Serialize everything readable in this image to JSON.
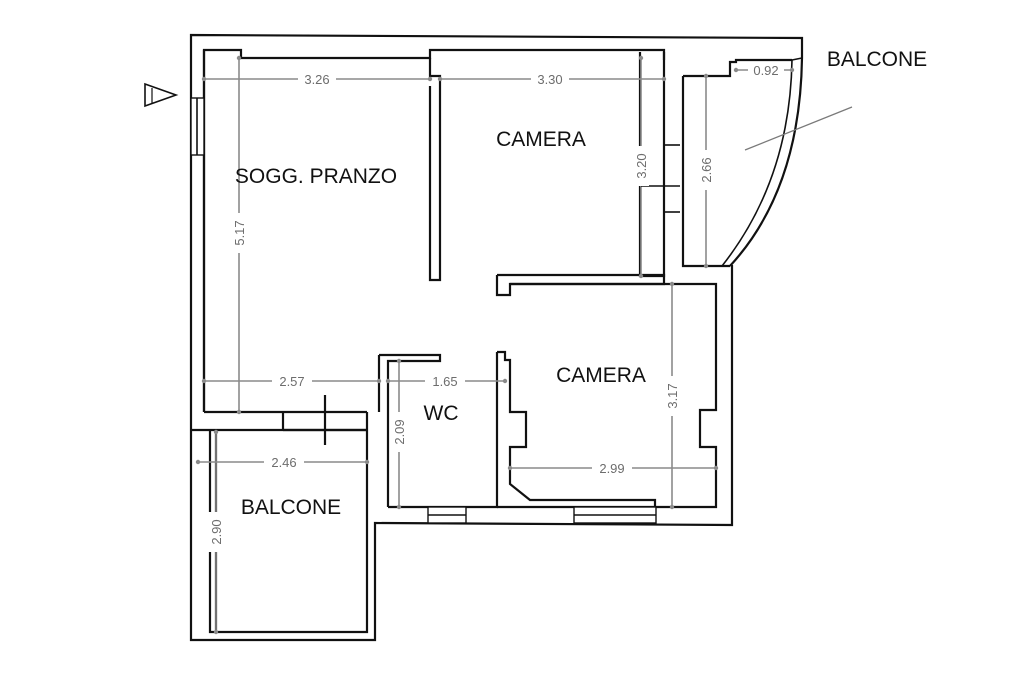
{
  "rooms": {
    "soggiorno": "SOGG. PRANZO",
    "camera_top": "CAMERA",
    "camera_bottom": "CAMERA",
    "wc": "WC",
    "balcone_bottom": "BALCONE",
    "balcone_top": "BALCONE"
  },
  "dimensions": {
    "soggiorno_width": "3.26",
    "soggiorno_height": "5.17",
    "soggiorno_lower_width": "2.57",
    "camera_top_width": "3.30",
    "camera_top_height": "3.20",
    "balcone_top_width": "0.92",
    "balcone_top_height": "2.66",
    "wc_width": "1.65",
    "wc_height": "2.09",
    "camera_bottom_width": "2.99",
    "camera_bottom_height": "3.17",
    "balcone_bottom_width": "2.46",
    "balcone_bottom_height": "2.90"
  },
  "colors": {
    "wall": "#111111",
    "dimension": "#8a8a8a",
    "dimension_text": "#6d6d6d"
  },
  "icons": {
    "entrance": "entrance-triangle-icon"
  }
}
